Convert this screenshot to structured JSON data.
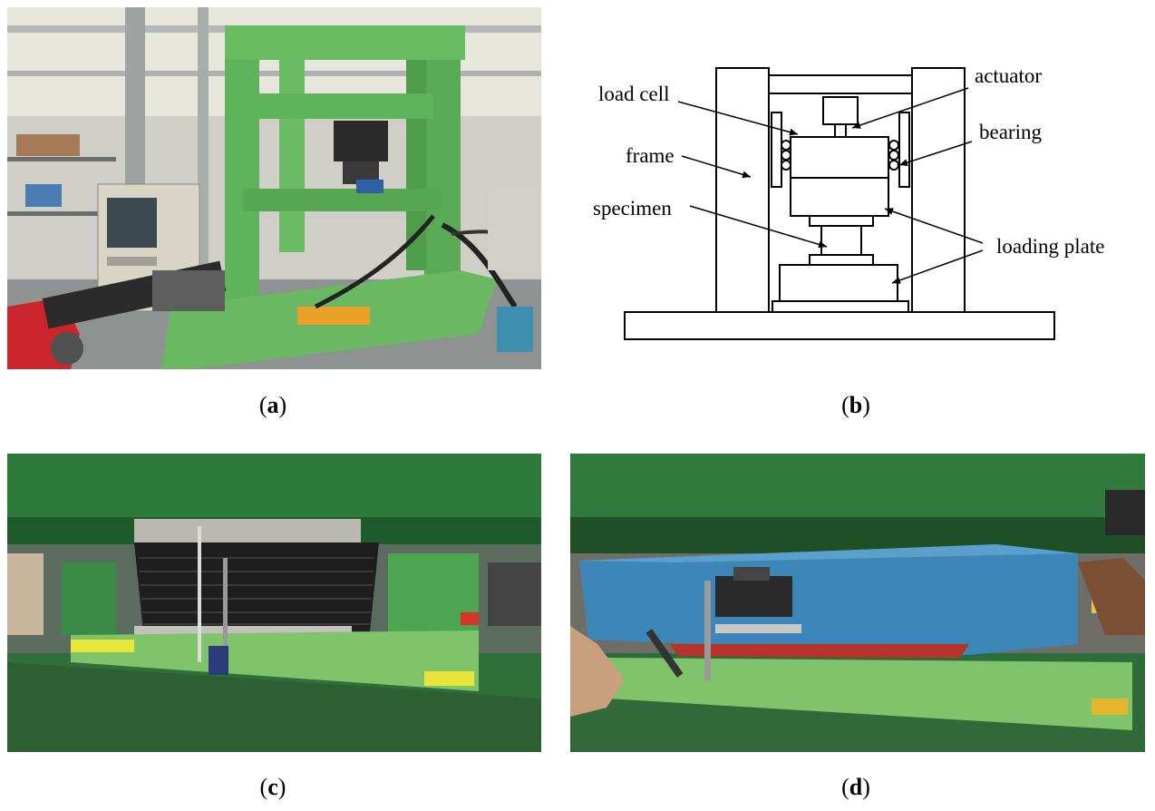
{
  "panels": {
    "a": {
      "caption_letter": "a"
    },
    "b": {
      "caption_letter": "b",
      "labels": {
        "load_cell": "load cell",
        "actuator": "actuator",
        "frame": "frame",
        "bearing": "bearing",
        "specimen": "specimen",
        "loading_plate": "loading plate"
      }
    },
    "c": {
      "caption_letter": "c"
    },
    "d": {
      "caption_letter": "d"
    }
  },
  "colors": {
    "machine_green": "#5fb35a",
    "plate_green": "#7fc46a",
    "rubber_black": "#1e1e1e",
    "bearing_blue": "#3d86b8",
    "steel_gray": "#c8c8c8",
    "background_gray": "#9aa1a0"
  }
}
